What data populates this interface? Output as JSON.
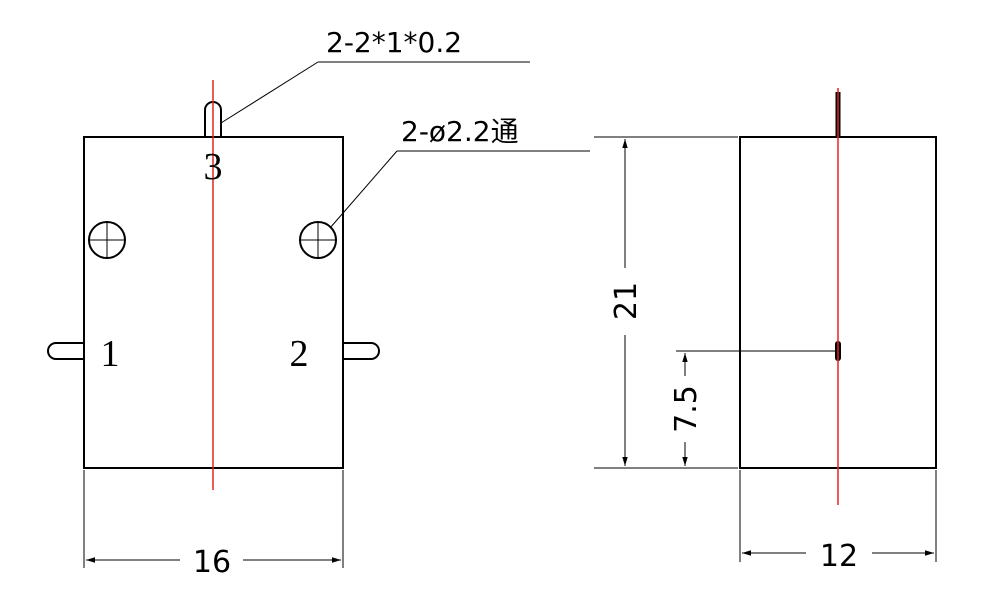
{
  "front_view": {
    "pin_labels": {
      "pin3": "3",
      "pin1": "1",
      "pin2": "2"
    },
    "width_dimension": "16"
  },
  "side_view": {
    "height_dimension": "21",
    "pin_offset_dimension": "7.5",
    "depth_dimension": "12"
  },
  "callouts": {
    "pin_spec": "2-2*1*0.2",
    "hole_spec": "2-ø2.2通"
  },
  "colors": {
    "outline": "#000000",
    "centerline": "#e8231f"
  }
}
